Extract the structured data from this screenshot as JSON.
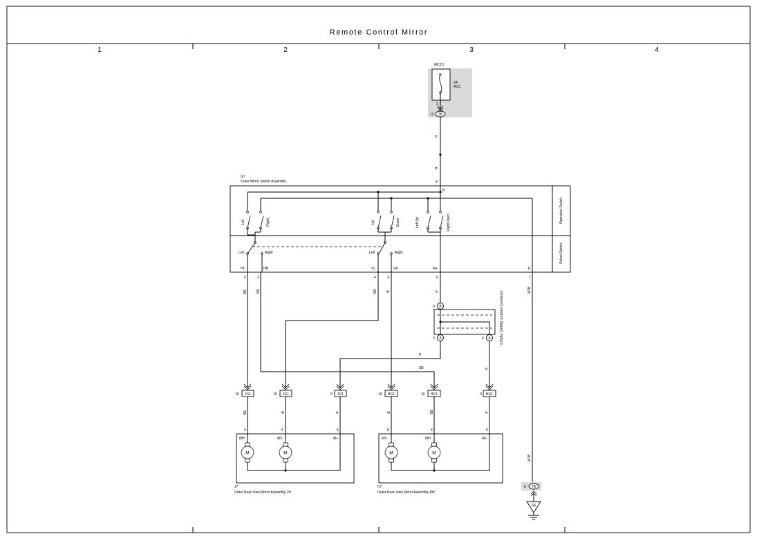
{
  "title": "Remote Control Mirror",
  "grid_columns": [
    "1",
    "2",
    "3",
    "4"
  ],
  "fuse": {
    "acc_label": "(ACC)",
    "rating": "5A",
    "name": "ACC",
    "pin": "2",
    "connector_pin": "13",
    "connector": "3B"
  },
  "wire_colors": {
    "supply_1": "R",
    "supply_2": "R",
    "hl": "BE",
    "hr": "SB",
    "vl": "SB",
    "vr": "B",
    "mplus": "P",
    "ground": "W-B",
    "jct_to_lh": "P",
    "sb_to_rh": "SB",
    "jct_to_rh": "P",
    "lh_mh": "BE",
    "lh_mv": "B",
    "lh_mp": "P",
    "rh_mv": "B",
    "rh_mh": "SB",
    "rh_mp": "P",
    "ground_lower": "W-B"
  },
  "switch_assembly": {
    "code": "G7",
    "name": "Outer Mirror Switch Assembly",
    "pin_8": "8",
    "b_label": "B",
    "operation_switch": "Operation Switch",
    "select_switch": "Select Switch",
    "switch_labels": {
      "left": "Left",
      "right": "Right",
      "up": "Up",
      "down": "Down",
      "left_up": "Left Up",
      "right_down": "Right Down"
    },
    "select_labels": {
      "left1": "Left",
      "right1": "Right",
      "left2": "Left",
      "right2": "Right"
    },
    "terminals": [
      {
        "name": "HL",
        "pin": "5"
      },
      {
        "name": "HR",
        "pin": "2"
      },
      {
        "name": "VL",
        "pin": "4"
      },
      {
        "name": "VR",
        "pin": "3"
      },
      {
        "name": "M+",
        "pin": "6"
      },
      {
        "name": "E",
        "pin": "7"
      }
    ]
  },
  "junction": {
    "name": "G75(A), G74(B) Junction Connector",
    "pin_b": "9",
    "conn_b": "B",
    "pin_a1": "3",
    "conn_a1": "A",
    "pin_a2": "4",
    "conn_a2": "A"
  },
  "connectors": [
    {
      "pin": "10",
      "name": "JG1"
    },
    {
      "pin": "19",
      "name": "JG1"
    },
    {
      "pin": "9",
      "name": "JG1"
    },
    {
      "pin": "19",
      "name": "HG1"
    },
    {
      "pin": "10",
      "name": "HG1"
    },
    {
      "pin": "9",
      "name": "HG1"
    }
  ],
  "mirror_lh": {
    "code": "J7",
    "name": "Outer Rear View Mirror Assembly LH",
    "pins": [
      "4",
      "6",
      "5"
    ],
    "terms": [
      "MH",
      "MV",
      "M+"
    ],
    "motor": "M"
  },
  "mirror_rh": {
    "code": "H7",
    "name": "Outer Rear View Mirror Assembly RH",
    "pins": [
      "6",
      "4",
      "5"
    ],
    "terms": [
      "MV",
      "MH",
      "M+"
    ],
    "motor": "M"
  },
  "ground": {
    "pin": "6",
    "connector": "7A",
    "point": "G6"
  },
  "colors": {
    "line": "#000000",
    "fuse_box": "#d9d9d9",
    "ground_tag": "#d9d9d9"
  }
}
